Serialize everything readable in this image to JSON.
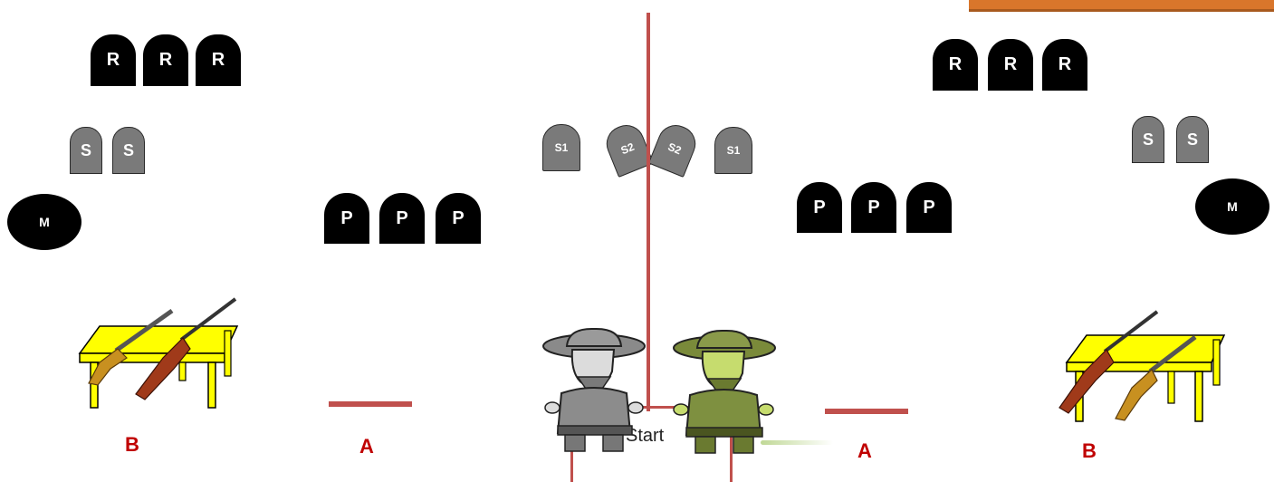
{
  "targets": {
    "left_r": [
      "R",
      "R",
      "R"
    ],
    "right_r": [
      "R",
      "R",
      "R"
    ],
    "left_s": [
      "S",
      "S"
    ],
    "right_s": [
      "S",
      "S"
    ],
    "left_p": [
      "P",
      "P",
      "P"
    ],
    "right_p": [
      "P",
      "P",
      "P"
    ],
    "left_m": "M",
    "right_m": "M",
    "center_swingers": [
      "S1",
      "S2",
      "S2",
      "S1"
    ]
  },
  "bays": {
    "left_a": "A",
    "left_b": "B",
    "right_a": "A",
    "right_b": "B"
  },
  "start_label": "Start",
  "colors": {
    "steel_black": "#000000",
    "steel_gray": "#7a7a7a",
    "table_yellow": "#ffff00",
    "divider_red": "#c0504d",
    "label_red": "#c00000",
    "banner_orange": "#d9762b"
  },
  "icons": [
    "gun-table-icon",
    "cowboy-gray-icon",
    "cowboy-green-icon",
    "rifle-icon",
    "shotgun-icon"
  ]
}
